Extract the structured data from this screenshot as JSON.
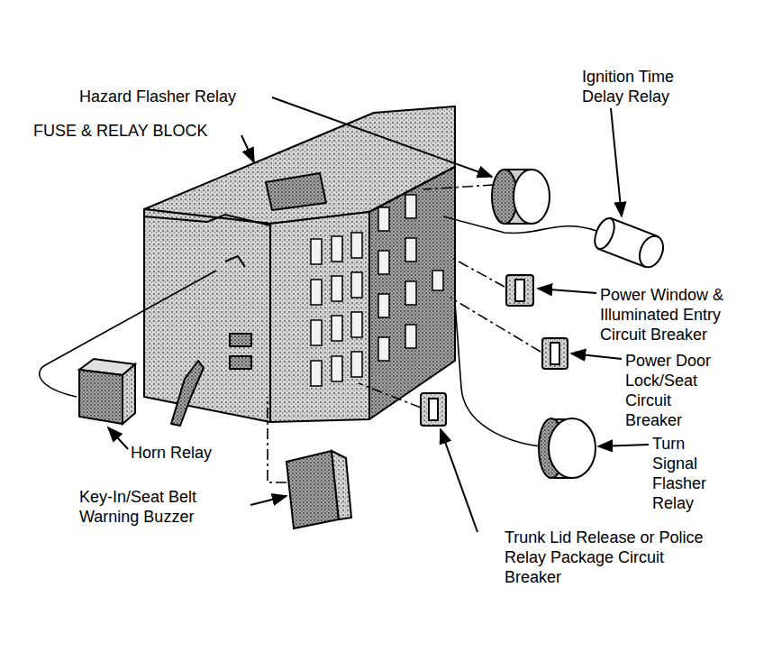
{
  "diagram": {
    "labels": [
      "Hazard Flasher Relay",
      "FUSE & RELAY BLOCK",
      "Ignition Time Delay Relay",
      "Power Window & Illuminated Entry Circuit Breaker",
      "Power Door Lock/Seat Circuit Breaker",
      "Turn Signal Flasher Relay",
      "Trunk Lid Release or Police Relay Package Circuit Breaker",
      "Key-In/Seat Belt Warning Buzzer",
      "Horn Relay"
    ]
  }
}
